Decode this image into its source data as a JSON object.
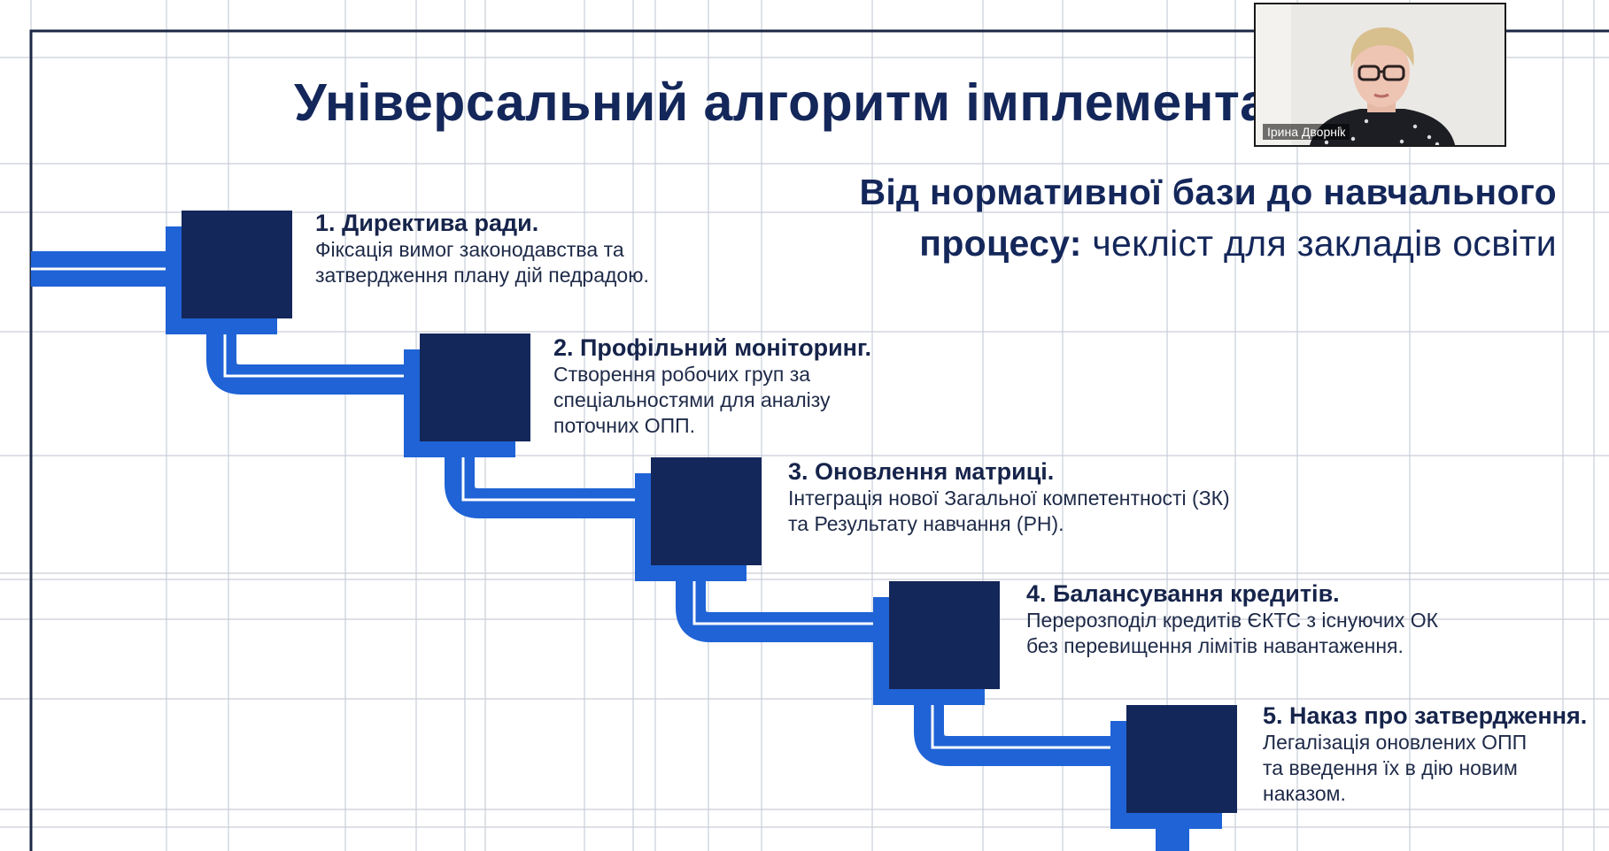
{
  "slide": {
    "title": "Універсальний алгоритм імплементації",
    "subtitle_bold_1": "Від нормативної бази до навчального",
    "subtitle_bold_2": "процесу:",
    "subtitle_regular_2": " чекліст для закладів освіти",
    "steps": [
      {
        "heading": "1. Директива ради.",
        "description": "Фіксація вимог законодавства та\nзатвердження плану дій педрадою."
      },
      {
        "heading": "2. Профільний моніторинг.",
        "description": "Створення робочих груп за\nспеціальностями для аналізу\nпоточних ОПП."
      },
      {
        "heading": "3. Оновлення матриці.",
        "description": "Інтеграція нової Загальної компетентності (ЗК)\nта Результату навчання (РН)."
      },
      {
        "heading": "4. Балансування кредитів.",
        "description": "Перерозподіл кредитів ЄКТС з існуючих ОК\nбез перевищення лімітів навантаження."
      },
      {
        "heading": "5. Наказ про затвердження.",
        "description": "Легалізація оновлених ОПП\nта введення їх в дію новим\nнаказом."
      }
    ],
    "colors": {
      "navy": "#14275a",
      "blue": "#1f63d6",
      "grid": "#c9ced8"
    }
  },
  "webcam": {
    "participant_name": "Ірина Дворнік"
  }
}
